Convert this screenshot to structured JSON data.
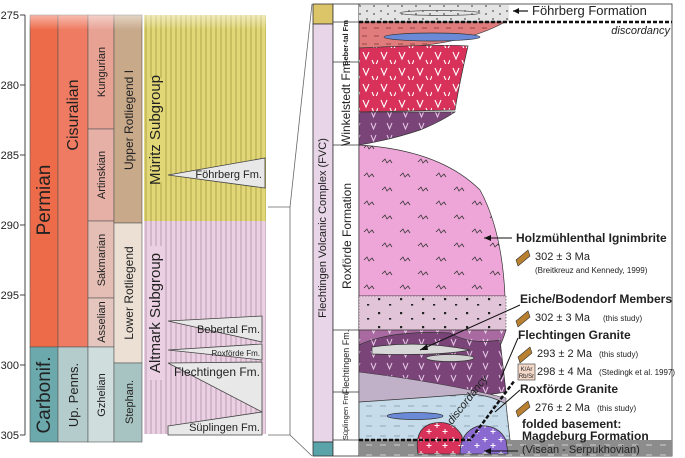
{
  "ages": [
    "275",
    "280",
    "285",
    "290",
    "295",
    "300",
    "305"
  ],
  "system": {
    "permian": "Permian",
    "carbonif": "Carbonif."
  },
  "series": {
    "cisuralian": "Cisuralian",
    "up_penns": "Up. Penns."
  },
  "stages": {
    "kungurian": "Kungurian",
    "artinskian": "Artinskian",
    "sakmarian": "Sakmarian",
    "asselian": "Asselian",
    "gzhelian": "Gzhelian"
  },
  "regional": {
    "upper_rotliegend": "Upper Rotliegend I",
    "lower_rotliegend": "Lower Rotliegend",
    "stephan": "Stephan."
  },
  "subgroups": {
    "muritz": "Müritz Subgroup",
    "altmark": "Altmark Subgroup"
  },
  "formations_left": {
    "fohrberg": "Föhrberg Fm.",
    "bebertal": "Bebertal Fm.",
    "roxforde": "Roxförde Fm.",
    "flechtingen": "Flechtingen Fm.",
    "suplingen": "Süplingen Fm."
  },
  "right": {
    "complex": "Flechtingen Volcanic Complex (FVC)",
    "fohrberg_formation": "Föhrberg Formation",
    "discordancy": "discordancy",
    "bebertal_fm": "Beber-tal Fm",
    "winkelstedt_fm": "Winkelstedt Fm.",
    "roxforde_formation": "Roxförde Formation",
    "flechtingen_fm": "Flechtingen Fm.",
    "suplingen_fm": "Süplingen Fm."
  },
  "annotations": {
    "holz_title": "Holzmühlenthal Ignimbrite",
    "holz_age": "302 ± 3 Ma",
    "holz_ref": "(Breitkreuz and Kennedy, 1999)",
    "eiche_title": "Eiche/Bodendorf Members",
    "eiche_age": "302 ± 3 Ma",
    "eiche_ref": "(this study)",
    "flech_title": "Flechtingen Granite",
    "flech_age1": "293 ± 2 Ma",
    "flech_ref1": "(this study)",
    "kar_top": "K/Ar",
    "kar_bot": "Rb/Sr",
    "flech_age2": "298 ± 4 Ma",
    "flech_ref2": "(Stedingk et al. 1997)",
    "rox_title": "Roxförde Granite",
    "rox_age": "276 ± 2 Ma",
    "rox_ref": "(this study)",
    "basement1": "folded basement:",
    "basement2": "Magdeburg Formation",
    "basement3": "(Visean - Serpukhovian)"
  },
  "colors": {
    "permian": "#ee6b4a",
    "cisuralian": "#ef7b62",
    "kungurian": "#e8a294",
    "artinskian": "#e6b0a6",
    "sakmarian": "#e4beb5",
    "asselian": "#e4c6be",
    "carbonif": "#6ba9ac",
    "up_penns": "#b4cccb",
    "gzhelian": "#cfdedd",
    "upper_rot": "#c8a98a",
    "lower_rot": "#ece0d4",
    "stephan": "#a7c3c2",
    "muritz": "#dcd36e",
    "altmark": "#e6c8dc",
    "fvc_band": "#e8d5e8",
    "winkel": "#d8325a",
    "roxforde": "#ea9ad2",
    "flech_fm": "#7a3e80",
    "granite_blue": "#a8c8e0",
    "basement": "#888888"
  }
}
